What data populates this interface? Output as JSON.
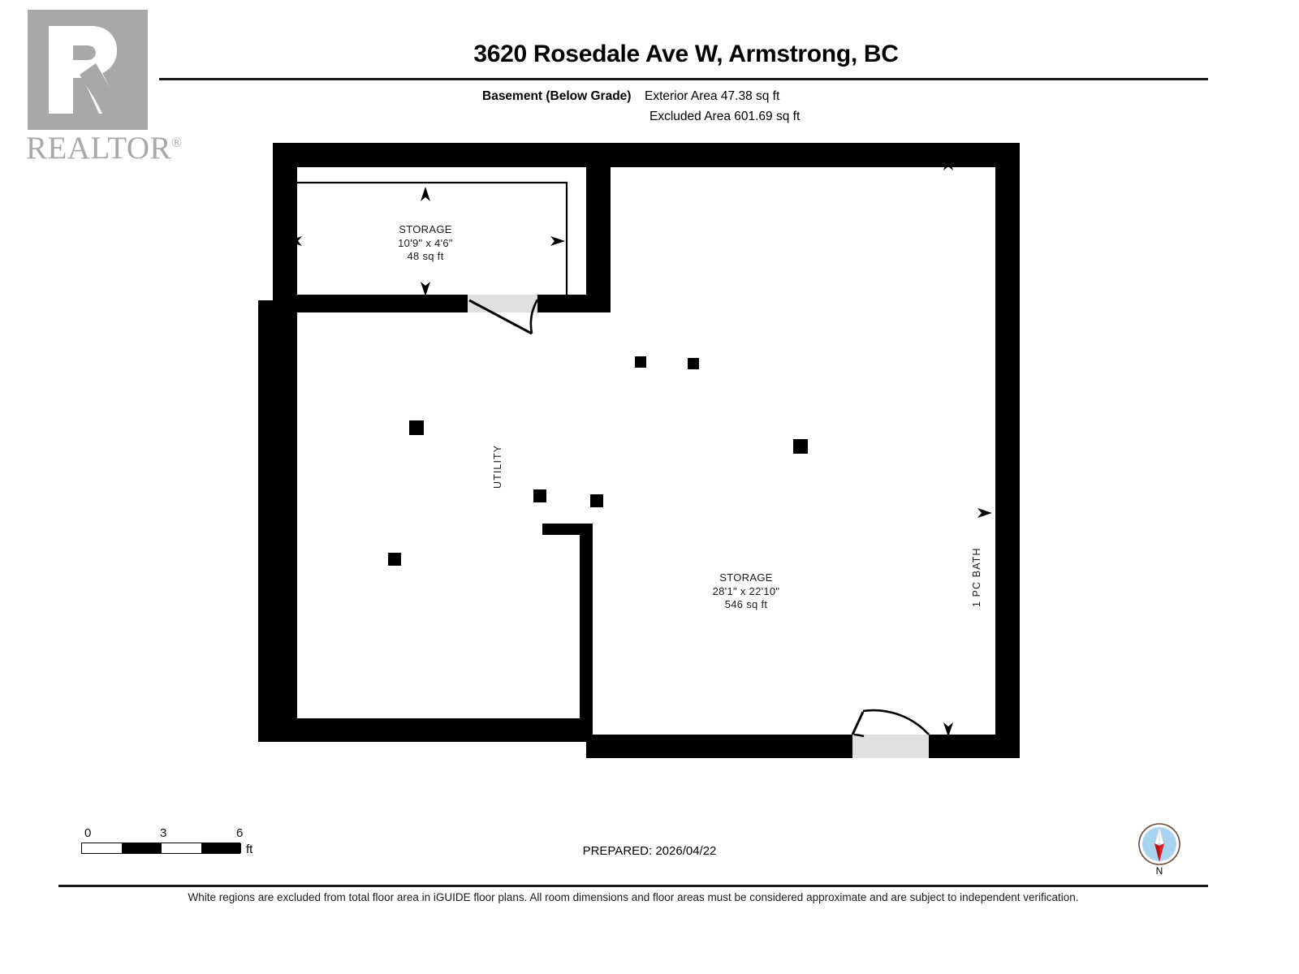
{
  "document": {
    "title": "3620 Rosedale Ave W, Armstrong, BC",
    "level_name": "Basement (Below Grade)",
    "exterior_area": "Exterior Area 47.38 sq ft",
    "excluded_area": "Excluded Area 601.69 sq ft"
  },
  "logo": {
    "wordmark": "REALTOR",
    "registered_mark": "®"
  },
  "rooms": [
    {
      "name": "STORAGE",
      "dimensions": "10'9\" x 4'6\"",
      "area": "48 sq ft"
    },
    {
      "name": "STORAGE",
      "dimensions": "28'1\" x 22'10\"",
      "area": "546 sq ft"
    }
  ],
  "vertical_labels": {
    "utility": "UTILITY",
    "bath": "1 PC BATH"
  },
  "scale": {
    "ticks": [
      "0",
      "3",
      "6"
    ],
    "unit": "ft"
  },
  "footer": {
    "prepared": "PREPARED: 2026/04/22",
    "compass_label": "N",
    "disclaimer": "White regions are excluded from total floor area in iGUIDE floor plans. All room dimensions and floor areas must be considered approximate and are subject to independent verification."
  },
  "colors": {
    "wall": "#000000",
    "logo_gray": "#a8a8a8",
    "door_fill": "#e0e0e0",
    "compass_disc": "#a9d4ef",
    "compass_needle_red": "#e11b22",
    "text": "#1a1a1a"
  }
}
